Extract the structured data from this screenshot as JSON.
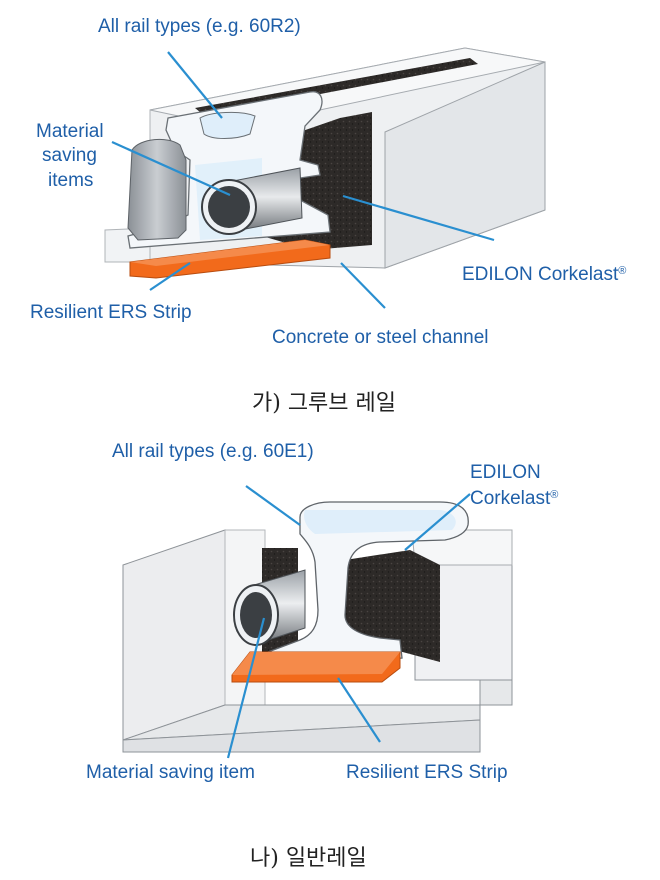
{
  "figures": [
    {
      "labels": {
        "rail_types": "All rail types (e.g. 60R2)",
        "material_saving_1": "Material",
        "material_saving_2": "saving",
        "material_saving_3": "items",
        "corkelast": "EDILON Corkelast",
        "corkelast_mark": "®",
        "ers_strip": "Resilient ERS Strip",
        "channel": "Concrete or steel channel"
      },
      "caption": "가) 그루브  레일"
    },
    {
      "labels": {
        "rail_types": "All rail types (e.g. 60E1)",
        "corkelast_1": "EDILON",
        "corkelast_2": "Corkelast",
        "corkelast_mark": "®",
        "material_saving": "Material saving item",
        "ers_strip": "Resilient ERS Strip"
      },
      "caption": "나)  일반레일"
    }
  ],
  "colors": {
    "label_text": "#1f5fa8",
    "leader_line": "#2a8fd0",
    "strip_orange": "#f26a1b",
    "corkelast_dark": "#2d2a28",
    "channel_grey": "#e9ecef",
    "rail_highlight": "#dfeefa"
  }
}
